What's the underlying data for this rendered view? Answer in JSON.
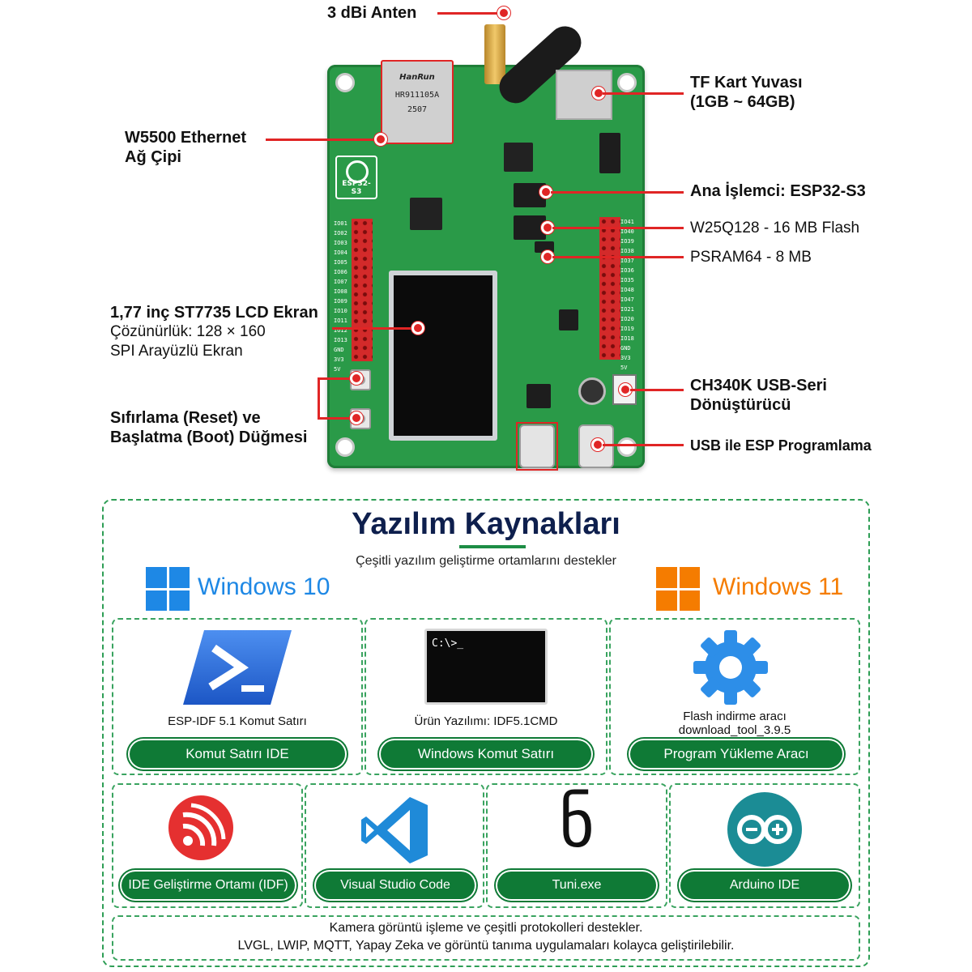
{
  "board": {
    "ethernet_brand": "HanRun",
    "ethernet_model": "HR911105A",
    "ethernet_code": "2507",
    "esp_logo_text": "ESP32-S3",
    "pins_left": "IO01\nIO02\nIO03\nIO04\nIO05\nIO06\nIO07\nIO08\nIO09\nIO10\nIO11\nIO12\nIO13\nGND\n3V3\n5V",
    "pins_right": "IO41\nIO40\nIO39\nIO38\nIO37\nIO36\nIO35\nIO48\nIO47\nIO21\nIO20\nIO19\nIO18\nGND\n3V3\n5V"
  },
  "callouts": {
    "antenna": "3 dBi Anten",
    "tf_line1": "TF Kart Yuvası",
    "tf_line2": "(1GB ~ 64GB)",
    "ethernet_line1": "W5500 Ethernet",
    "ethernet_line2": "Ağ Çipi",
    "processor": "Ana İşlemci: ESP32-S3",
    "flash": "W25Q128 - 16 MB Flash",
    "psram": "PSRAM64 - 8 MB",
    "lcd_line1": "1,77 inç ST7735 LCD Ekran",
    "lcd_line2": "Çözünürlük: 128 × 160",
    "lcd_line3": "SPI Arayüzlü Ekran",
    "ch340_line1": "CH340K USB-Seri",
    "ch340_line2": "Dönüştürücü",
    "reset_line1": "Sıfırlama (Reset) ve",
    "reset_line2": "Başlatma (Boot) Düğmesi",
    "usb": "USB ile ESP Programlama"
  },
  "software": {
    "title": "Yazılım Kaynakları",
    "subtitle": "Çeşitli yazılım geliştirme ortamlarını destekler",
    "win10": "Windows 10",
    "win11": "Windows 11",
    "win10_color": "#1e88e5",
    "win11_color": "#f57c00",
    "row1": [
      {
        "caption": "ESP-IDF 5.1 Komut Satırı",
        "button": "Komut Satırı IDE"
      },
      {
        "caption": "Ürün Yazılımı: IDF5.1CMD",
        "button": "Windows Komut Satırı",
        "cmd_prompt": "C:\\>_"
      },
      {
        "caption_line1": "Flash indirme aracı",
        "caption_line2": "download_tool_3.9.5",
        "button": "Program Yükleme Aracı"
      }
    ],
    "row2": [
      {
        "button": "IDE Geliştirme Ortamı (IDF)"
      },
      {
        "button": "Visual Studio Code"
      },
      {
        "button": "Tuni.exe",
        "glyph": "ნ"
      },
      {
        "button": "Arduino IDE"
      }
    ],
    "footer_line1": "Kamera görüntü işleme ve çeşitli protokolleri destekler.",
    "footer_line2": "LVGL, LWIP, MQTT, Yapay Zeka ve görüntü tanıma uygulamaları kolayca geliştirilebilir."
  }
}
